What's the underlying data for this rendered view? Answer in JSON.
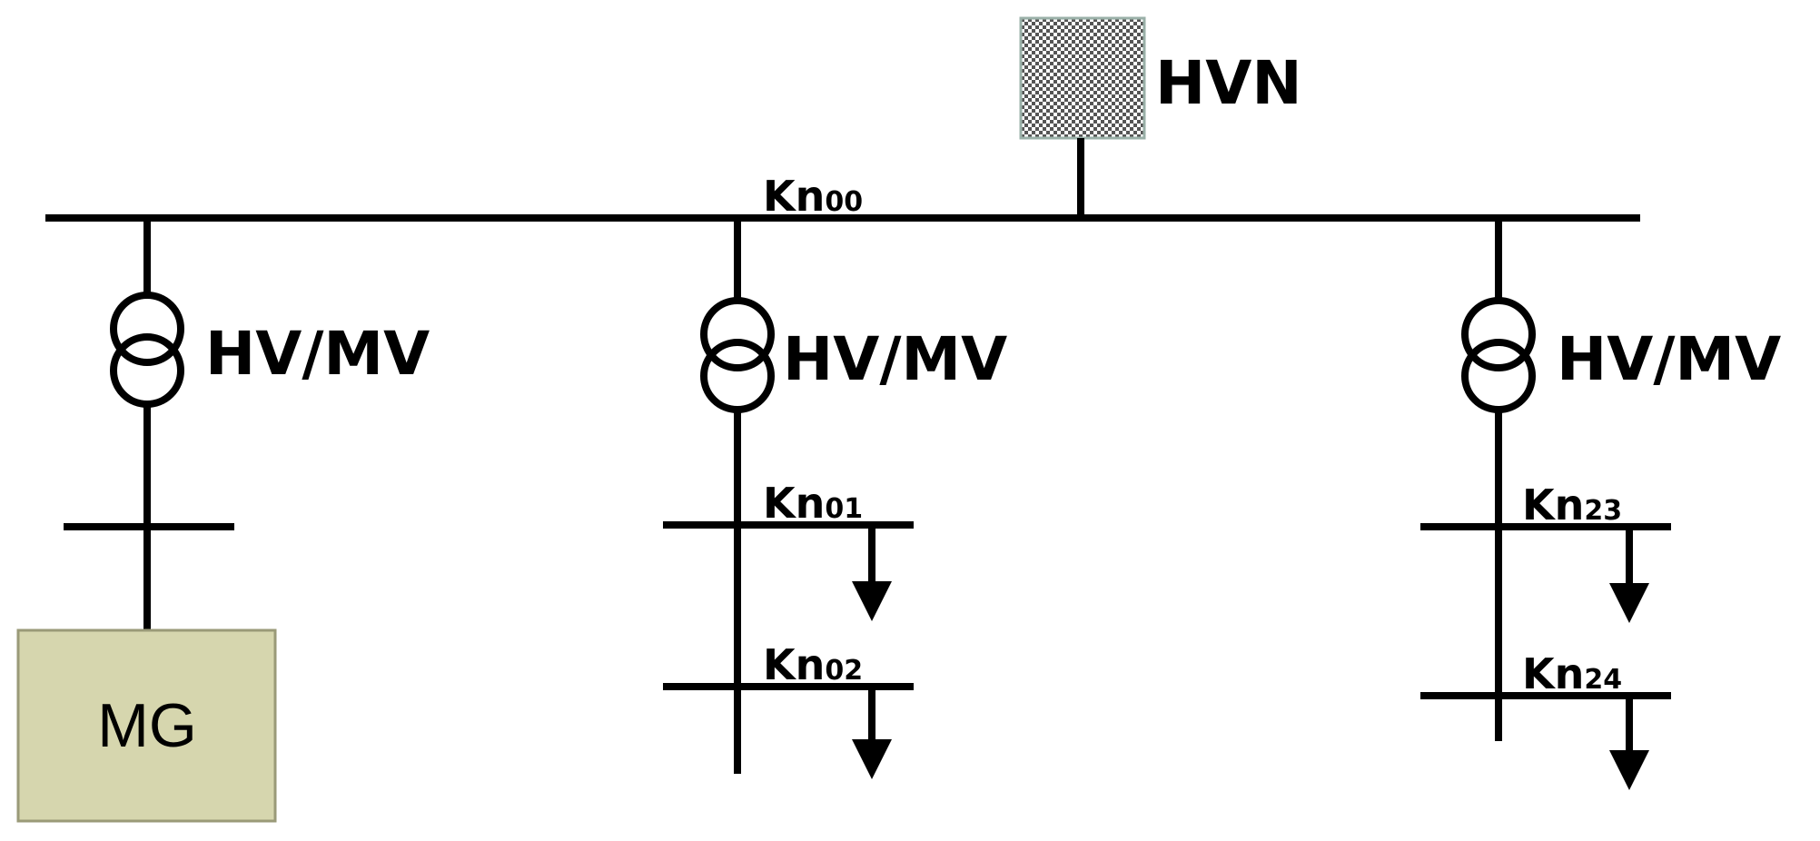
{
  "source": {
    "label": "HVN",
    "fill_color": "#808080",
    "pattern": "checkerboard"
  },
  "main_bus": {
    "label_main": "Kn",
    "label_sub": "00"
  },
  "transformers": [
    {
      "label": "HV/MV"
    },
    {
      "label": "HV/MV"
    },
    {
      "label": "HV/MV"
    }
  ],
  "feeder_nodes": [
    {
      "label_main": "Kn",
      "label_sub": "01"
    },
    {
      "label_main": "Kn",
      "label_sub": "02"
    },
    {
      "label_main": "Kn",
      "label_sub": "23"
    },
    {
      "label_main": "Kn",
      "label_sub": "24"
    }
  ],
  "microgrid": {
    "label": "MG",
    "fill_color": "#d6d6ae",
    "border_color": "#9a9a78"
  }
}
